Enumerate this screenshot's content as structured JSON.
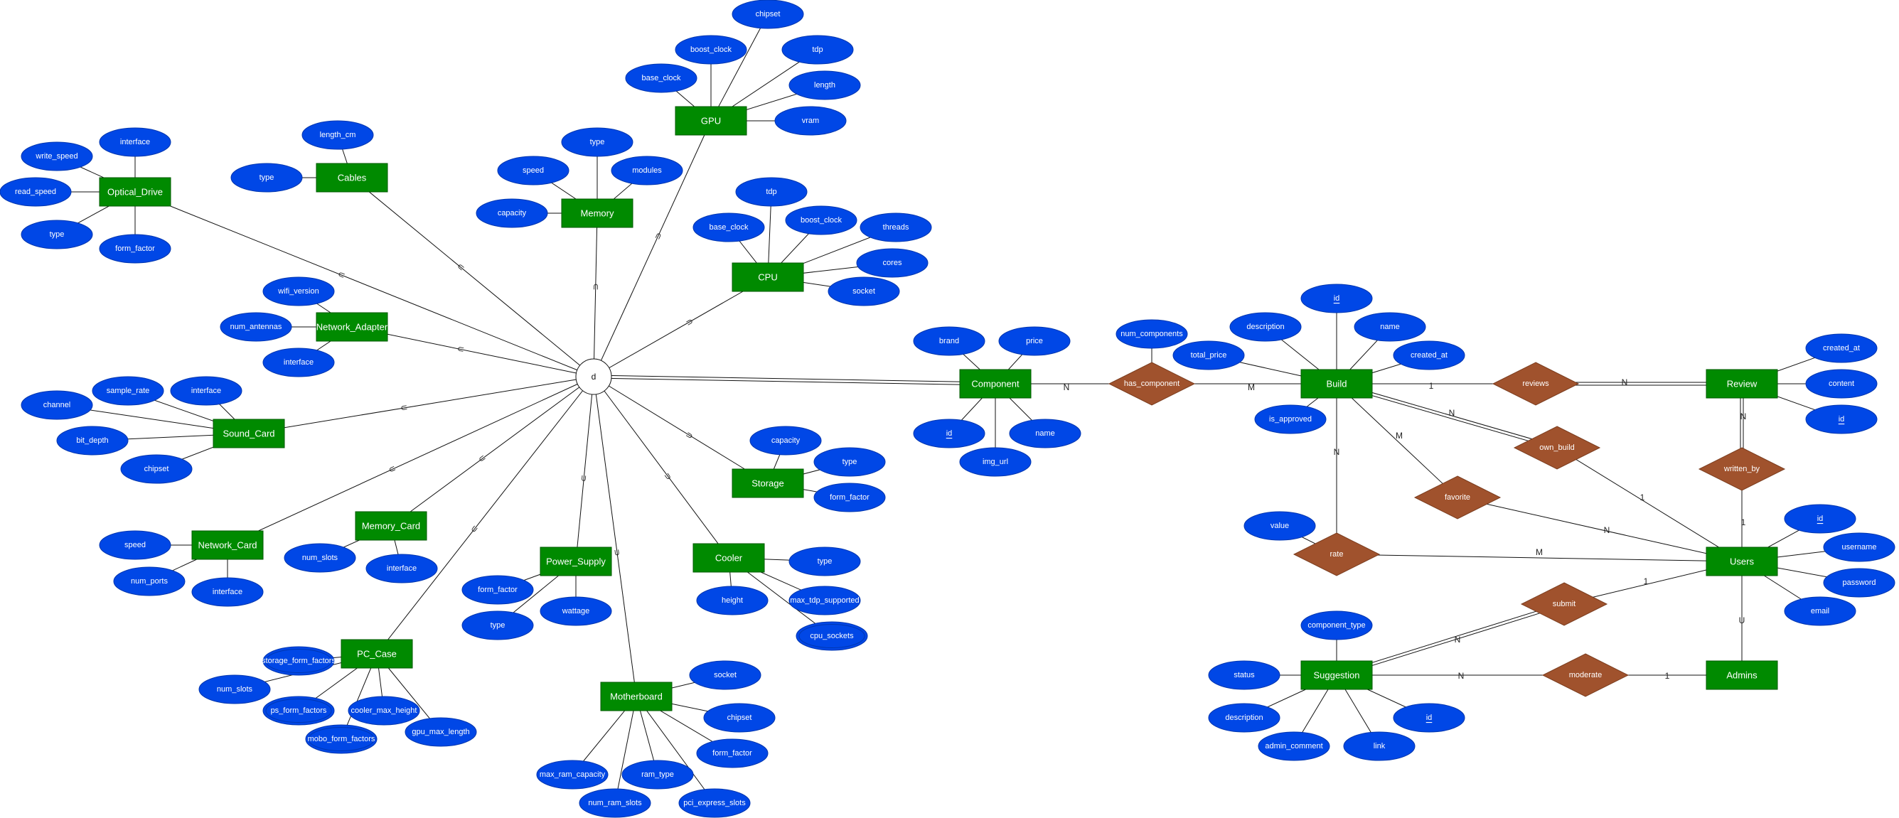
{
  "colors": {
    "entity": "#008a00",
    "attribute": "#0047e6",
    "relationship": "#a0522d",
    "line": "#111111"
  },
  "isa": {
    "label": "d",
    "subset_symbol": "⊃"
  },
  "entities": [
    {
      "id": "optical_drive",
      "label": "Optical_Drive",
      "attributes": [
        {
          "label": "interface"
        },
        {
          "label": "write_speed"
        },
        {
          "label": "read_speed"
        },
        {
          "label": "type"
        },
        {
          "label": "form_factor"
        }
      ]
    },
    {
      "id": "cables",
      "label": "Cables",
      "attributes": [
        {
          "label": "length_cm"
        },
        {
          "label": "type"
        }
      ]
    },
    {
      "id": "memory",
      "label": "Memory",
      "attributes": [
        {
          "label": "type"
        },
        {
          "label": "speed"
        },
        {
          "label": "modules"
        },
        {
          "label": "capacity"
        }
      ]
    },
    {
      "id": "gpu",
      "label": "GPU",
      "attributes": [
        {
          "label": "chipset"
        },
        {
          "label": "boost_clock"
        },
        {
          "label": "tdp"
        },
        {
          "label": "base_clock"
        },
        {
          "label": "length"
        },
        {
          "label": "vram"
        }
      ]
    },
    {
      "id": "cpu",
      "label": "CPU",
      "attributes": [
        {
          "label": "tdp"
        },
        {
          "label": "boost_clock"
        },
        {
          "label": "threads"
        },
        {
          "label": "base_clock"
        },
        {
          "label": "cores"
        },
        {
          "label": "socket"
        }
      ]
    },
    {
      "id": "network_adapter",
      "label": "Network_Adapter",
      "attributes": [
        {
          "label": "wifi_version"
        },
        {
          "label": "num_antennas"
        },
        {
          "label": "interface"
        }
      ]
    },
    {
      "id": "sound_card",
      "label": "Sound_Card",
      "attributes": [
        {
          "label": "channel"
        },
        {
          "label": "sample_rate"
        },
        {
          "label": "interface"
        },
        {
          "label": "bit_depth"
        },
        {
          "label": "chipset"
        }
      ]
    },
    {
      "id": "network_card",
      "label": "Network_Card",
      "attributes": [
        {
          "label": "speed"
        },
        {
          "label": "num_ports"
        },
        {
          "label": "interface"
        }
      ]
    },
    {
      "id": "memory_card",
      "label": "Memory_Card",
      "attributes": [
        {
          "label": "num_slots"
        },
        {
          "label": "interface"
        }
      ]
    },
    {
      "id": "power_supply",
      "label": "Power_Supply",
      "attributes": [
        {
          "label": "form_factor"
        },
        {
          "label": "type"
        },
        {
          "label": "wattage"
        }
      ]
    },
    {
      "id": "pc_case",
      "label": "PC_Case",
      "attributes": [
        {
          "label": "storage_form_factors",
          "multivalued": true
        },
        {
          "label": "num_slots"
        },
        {
          "label": "ps_form_factors",
          "multivalued": true
        },
        {
          "label": "mobo_form_factors",
          "multivalued": true
        },
        {
          "label": "cooler_max_height"
        },
        {
          "label": "gpu_max_length"
        }
      ]
    },
    {
      "id": "motherboard",
      "label": "Motherboard",
      "attributes": [
        {
          "label": "socket"
        },
        {
          "label": "chipset"
        },
        {
          "label": "form_factor"
        },
        {
          "label": "max_ram_capacity"
        },
        {
          "label": "num_ram_slots"
        },
        {
          "label": "ram_type"
        },
        {
          "label": "pci_express_slots"
        }
      ]
    },
    {
      "id": "storage",
      "label": "Storage",
      "attributes": [
        {
          "label": "capacity"
        },
        {
          "label": "type"
        },
        {
          "label": "form_factor"
        }
      ]
    },
    {
      "id": "cooler",
      "label": "Cooler",
      "attributes": [
        {
          "label": "type"
        },
        {
          "label": "height"
        },
        {
          "label": "max_tdp_supported"
        },
        {
          "label": "cpu_sockets",
          "multivalued": true,
          "dark": true
        }
      ]
    },
    {
      "id": "component",
      "label": "Component",
      "attributes": [
        {
          "label": "brand"
        },
        {
          "label": "price"
        },
        {
          "label": "id",
          "key": true
        },
        {
          "label": "img_url"
        },
        {
          "label": "name"
        }
      ]
    },
    {
      "id": "build",
      "label": "Build",
      "attributes": [
        {
          "label": "id",
          "key": true
        },
        {
          "label": "description"
        },
        {
          "label": "name"
        },
        {
          "label": "total_price"
        },
        {
          "label": "created_at"
        },
        {
          "label": "is_approved"
        }
      ]
    },
    {
      "id": "review",
      "label": "Review",
      "attributes": [
        {
          "label": "created_at"
        },
        {
          "label": "content"
        },
        {
          "label": "id",
          "key": true
        }
      ]
    },
    {
      "id": "users",
      "label": "Users",
      "attributes": [
        {
          "label": "id",
          "key": true
        },
        {
          "label": "username"
        },
        {
          "label": "password"
        },
        {
          "label": "email"
        }
      ]
    },
    {
      "id": "suggestion",
      "label": "Suggestion",
      "attributes": [
        {
          "label": "component_type"
        },
        {
          "label": "status"
        },
        {
          "label": "description"
        },
        {
          "label": "admin_comment"
        },
        {
          "label": "link"
        },
        {
          "label": "id",
          "key": true
        }
      ]
    },
    {
      "id": "admins",
      "label": "Admins",
      "attributes": []
    }
  ],
  "relationships": [
    {
      "id": "has_component",
      "label": "has_component",
      "attributes": [
        {
          "label": "num_components"
        }
      ]
    },
    {
      "id": "reviews",
      "label": "reviews",
      "attributes": []
    },
    {
      "id": "own_build",
      "label": "own_build",
      "attributes": []
    },
    {
      "id": "favorite",
      "label": "favorite",
      "attributes": []
    },
    {
      "id": "rate",
      "label": "rate",
      "attributes": [
        {
          "label": "value"
        }
      ]
    },
    {
      "id": "written_by",
      "label": "written_by",
      "attributes": []
    },
    {
      "id": "submit",
      "label": "submit",
      "attributes": []
    },
    {
      "id": "moderate",
      "label": "moderate",
      "attributes": []
    }
  ],
  "cardinalities": [
    "N",
    "M",
    "1",
    "N",
    "N",
    "M",
    "N",
    "N",
    "1",
    "1",
    "N",
    "M",
    "1",
    "N",
    "N",
    "1",
    "U"
  ]
}
